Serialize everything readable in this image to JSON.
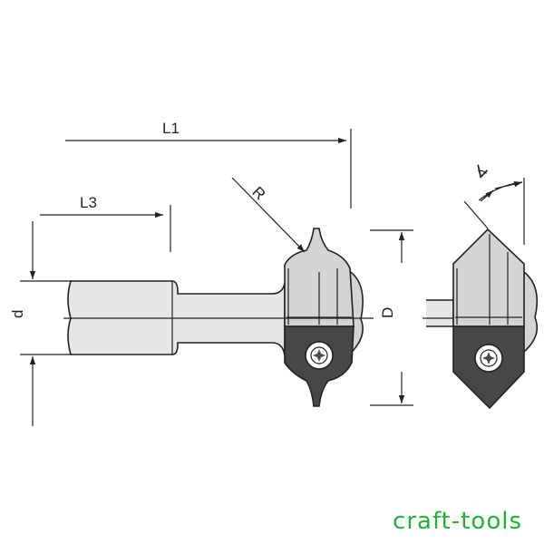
{
  "dimensions": {
    "l1": "L1",
    "l3": "L3",
    "r": "R",
    "d_small": "d",
    "d_large": "D",
    "angle_symbol": "∡"
  },
  "brand": {
    "name": "craft-tools"
  },
  "colors": {
    "line": "#222222",
    "shaft": "#e6e6e6",
    "body": "#d4d4d4",
    "insert": "#474747",
    "brand": "#1fb52f"
  }
}
